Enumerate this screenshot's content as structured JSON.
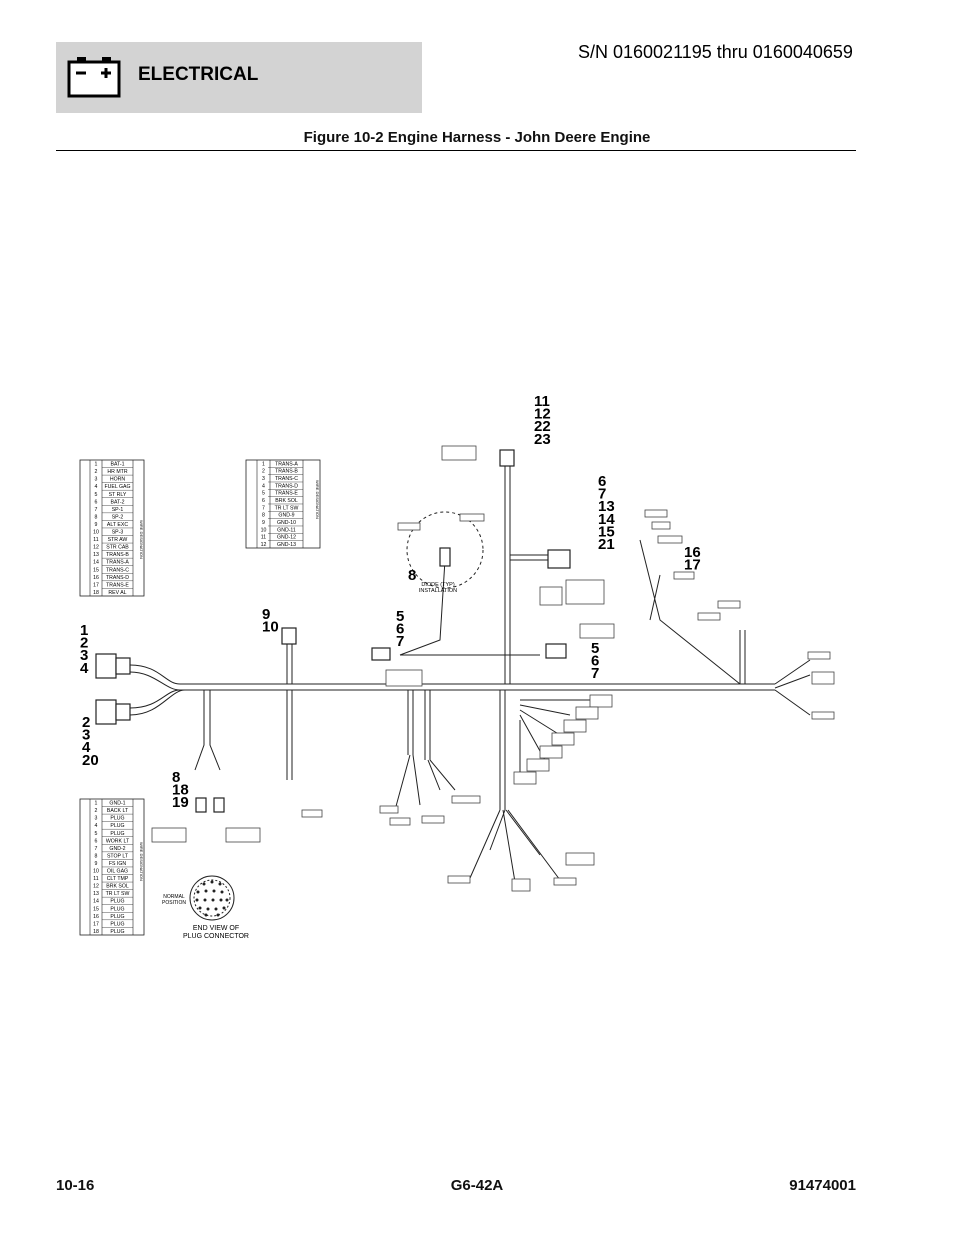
{
  "header": {
    "section": "ELECTRICAL",
    "serial_range": "S/N 0160021195 thru 0160040659",
    "icon": "battery-icon"
  },
  "figure": {
    "title": "Figure 10-2 Engine Harness - John Deere Engine"
  },
  "callouts": {
    "c1": [
      "11",
      "12",
      "22",
      "23"
    ],
    "c2": [
      "6",
      "7",
      "13",
      "14",
      "15",
      "21"
    ],
    "c3": [
      "16",
      "17"
    ],
    "c4": [
      "8"
    ],
    "c5": [
      "5",
      "6",
      "7"
    ],
    "c6": [
      "9",
      "10"
    ],
    "c7": [
      "1",
      "2",
      "3",
      "4"
    ],
    "c8": [
      "5",
      "6",
      "7"
    ],
    "c9": [
      "2",
      "3",
      "4",
      "20"
    ],
    "c10": [
      "8",
      "18",
      "19"
    ]
  },
  "tables": {
    "left_top": [
      "BAT-1",
      "HR MTR",
      "HORN",
      "FUEL GAG",
      "ST RLY",
      "BAT-2",
      "SP-1",
      "SP-2",
      "ALT EXC",
      "SP-3",
      "STR AW",
      "STR CAB",
      "TRANS-B",
      "TRANS-A",
      "TRANS-C",
      "TRANS-D",
      "TRANS-E",
      "REV AL"
    ],
    "middle_top": [
      "TRANS-A",
      "TRANS-B",
      "TRANS-C",
      "TRANS-D",
      "TRANS-E",
      "BRK SOL",
      "TR LT SW",
      "GND-9",
      "GND-10",
      "GND-11",
      "GND-12",
      "GND-13"
    ],
    "left_bottom": [
      "GND-1",
      "BACK LT",
      "PLUG",
      "PLUG",
      "PLUG",
      "WORK LT",
      "GND-2",
      "STOP LT",
      "FS IGN",
      "OIL GAG",
      "CLT TMP",
      "BRK SOL",
      "TR LT SW",
      "PLUG",
      "PLUG",
      "PLUG",
      "PLUG",
      "PLUG"
    ],
    "side_label": "WIRE DESIGNATION"
  },
  "diagram_labels": {
    "diode_note": [
      "DIODE (TYP)",
      "INSTALLATION"
    ],
    "connector_note": [
      "END VIEW OF",
      "PLUG CONNECTOR"
    ],
    "position_note": [
      "NORMAL",
      "POSITION"
    ]
  },
  "footer": {
    "page": "10-16",
    "model": "G6-42A",
    "part_number": "91474001"
  }
}
